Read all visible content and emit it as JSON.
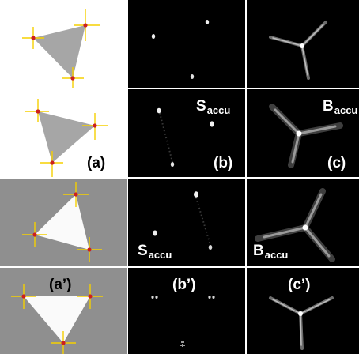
{
  "figure": {
    "rows": [
      {
        "panels": [
          {
            "kind": "triangle",
            "background": "#ffffff",
            "fill": "#a6a6a6",
            "label": null
          },
          {
            "kind": "points",
            "background": "#000000",
            "label": null
          },
          {
            "kind": "star",
            "background": "#000000",
            "label": null
          }
        ]
      },
      {
        "panels": [
          {
            "kind": "triangle",
            "background": "#ffffff",
            "fill": "#a6a6a6",
            "label": "(a)"
          },
          {
            "kind": "points",
            "background": "#000000",
            "label": "(b)",
            "symbol": "S",
            "symbol_sub": "accu"
          },
          {
            "kind": "star",
            "background": "#000000",
            "label": "(c)",
            "symbol": "B",
            "symbol_sub": "accu"
          }
        ]
      },
      {
        "panels": [
          {
            "kind": "triangle",
            "background": "#8f8f8f",
            "fill": "#fafafa",
            "label": null
          },
          {
            "kind": "points",
            "background": "#000000",
            "label": null,
            "symbol": "S",
            "symbol_sub": "accu"
          },
          {
            "kind": "star",
            "background": "#000000",
            "label": null,
            "symbol": "B",
            "symbol_sub": "accu"
          }
        ]
      },
      {
        "panels": [
          {
            "kind": "triangle",
            "background": "#8f8f8f",
            "fill": "#fafafa",
            "label": "(a’)"
          },
          {
            "kind": "points",
            "background": "#000000",
            "label": "(b’)"
          },
          {
            "kind": "star",
            "background": "#000000",
            "label": "(c’)"
          }
        ]
      }
    ],
    "colors": {
      "corner_marker": "#f5d000",
      "corner_dot": "#cc1f1f",
      "separator": "#ffffff"
    }
  }
}
